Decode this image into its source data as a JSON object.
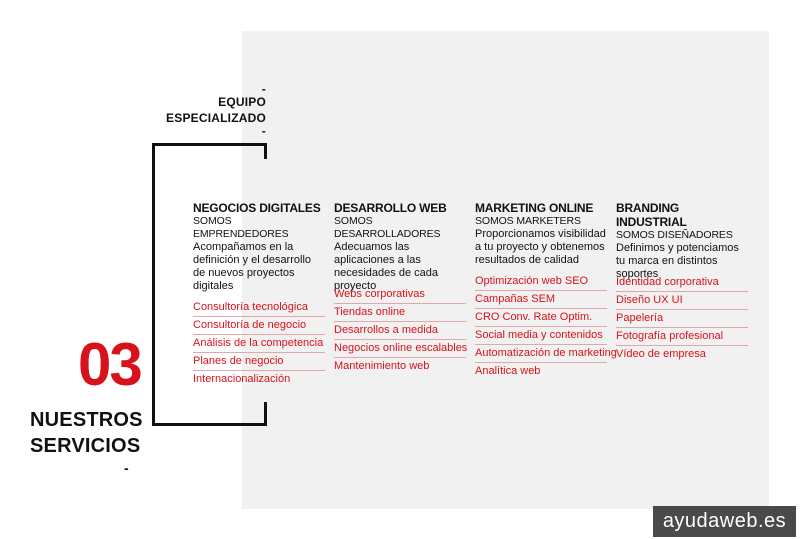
{
  "team_label": {
    "line1": "EQUIPO",
    "line2": "ESPECIALIZADO",
    "dash": "-"
  },
  "number": "03",
  "services_title": {
    "line1": "NUESTROS",
    "line2": "SERVICIOS",
    "dash": "-"
  },
  "columns": [
    {
      "title": "NEGOCIOS DIGITALES",
      "subtitle": "SOMOS EMPRENDEDORES",
      "description": "Acompañamos en la definición y el desarrollo de nuevos proyectos digitales",
      "items": [
        "Consultoría tecnológica",
        "Consultoría de negocio",
        "Análisis de la competencia",
        "Planes de negocio",
        "Internacionalización"
      ]
    },
    {
      "title": "DESARROLLO WEB",
      "subtitle": "SOMOS DESARROLLADORES",
      "description": "Adecuamos las aplicaciones a las necesidades de cada proyecto",
      "items": [
        "Webs corporativas",
        "Tiendas online",
        "Desarrollos a medida",
        "Negocios online escalables",
        "Mantenimiento web"
      ]
    },
    {
      "title": "MARKETING ONLINE",
      "subtitle": "SOMOS MARKETERS",
      "description": "Proporcionamos visibilidad a tu proyecto y obtenemos resultados de calidad",
      "items": [
        "Optimización web SEO",
        "Campañas SEM",
        "CRO Conv. Rate Optim.",
        "Social media y contenidos",
        "Automatización de marketing",
        "Analítica web"
      ]
    },
    {
      "title": "BRANDING INDUSTRIAL",
      "subtitle": "SOMOS DISEÑADORES",
      "description": "Definimos y potenciamos tu marca en distintos soportes",
      "items": [
        "Identidad corporativa",
        "Diseño UX UI",
        "Papelería",
        "Fotografía profesional",
        "Vídeo de empresa"
      ]
    }
  ],
  "watermark": "ayudaweb.es",
  "colors": {
    "accent": "#d8121b",
    "panel": "#f1f1f1",
    "watermark_bg": "#4a4a4a"
  }
}
